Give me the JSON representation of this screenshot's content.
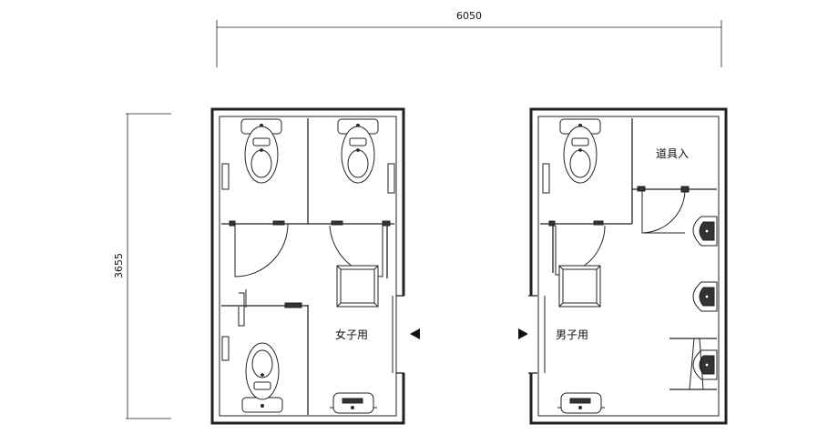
{
  "dimensions": {
    "width": "6050",
    "height": "3655"
  },
  "rooms": {
    "womens": "女子用",
    "mens": "男子用",
    "storage": "道具入"
  },
  "icons": {
    "entrance_left": "triangle-left-icon",
    "entrance_right": "triangle-right-icon"
  }
}
